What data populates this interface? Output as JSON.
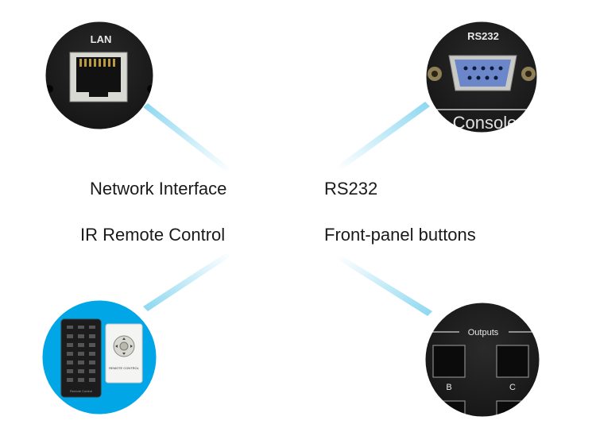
{
  "labels": {
    "network": "Network Interface",
    "rs232": "RS232",
    "ir_remote": "IR Remote Control",
    "front_panel": "Front-panel buttons"
  },
  "lan_panel": {
    "caption": "LAN"
  },
  "rs232_panel": {
    "caption": "RS232",
    "console_text": "Console"
  },
  "remote_panel": {
    "small_remote_caption": "Remote Control",
    "large_remote_caption": "REMOTE CONTROL"
  },
  "outputs_panel": {
    "caption": "Outputs",
    "button_b": "B",
    "button_c": "C"
  },
  "colors": {
    "connector_line": "#7fd3ef",
    "panel_dark": "#1b1b1b",
    "remote_bg": "#00a6e6",
    "db9_blue": "#6b86c9"
  }
}
